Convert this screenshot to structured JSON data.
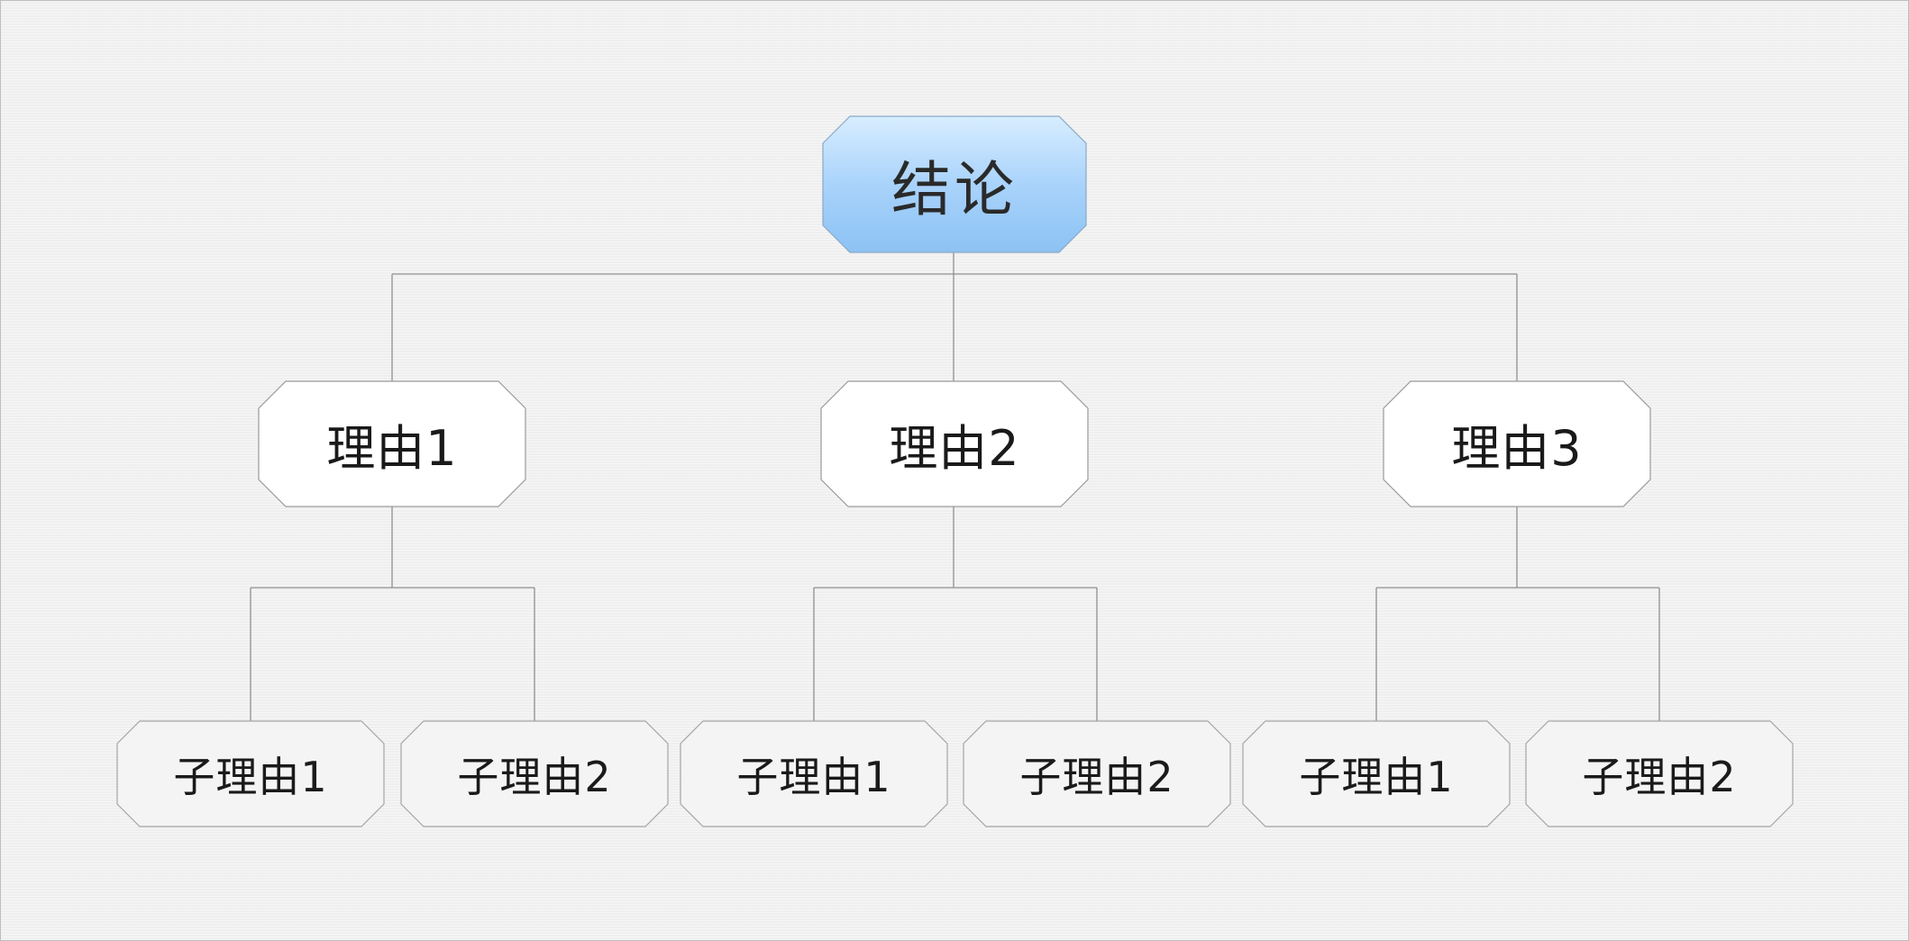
{
  "diagram": {
    "root": {
      "label": "结论"
    },
    "reasons": [
      {
        "label": "理由1",
        "children": [
          {
            "label": "子理由1"
          },
          {
            "label": "子理由2"
          }
        ]
      },
      {
        "label": "理由2",
        "children": [
          {
            "label": "子理由1"
          },
          {
            "label": "子理由2"
          }
        ]
      },
      {
        "label": "理由3",
        "children": [
          {
            "label": "子理由1"
          },
          {
            "label": "子理由2"
          }
        ]
      }
    ]
  },
  "colors": {
    "root_fill_top": "#d6ecff",
    "root_fill_bottom": "#8ec4f5",
    "node_fill": "#ffffff",
    "node_stroke": "#9a9a9a",
    "connector": "#8f8f8f"
  }
}
